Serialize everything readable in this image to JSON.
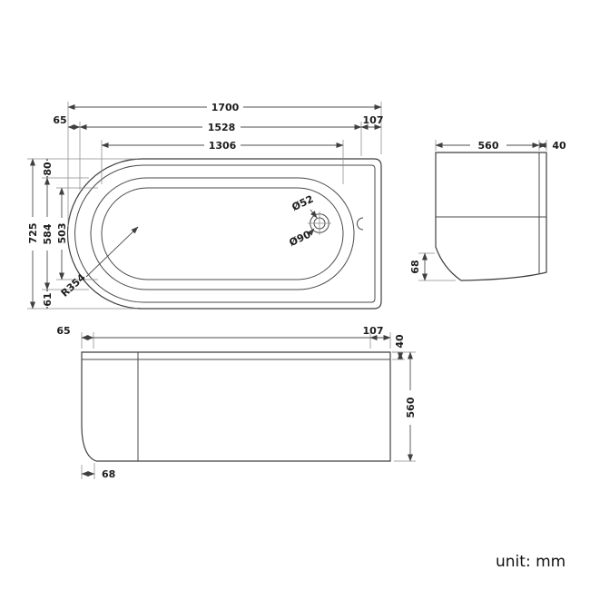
{
  "colors": {
    "line": "#3f3f3f",
    "text": "#1c1c1c"
  },
  "top_view": {
    "dims": {
      "total_length": "1700",
      "left_offset": "65",
      "rim_length": "1528",
      "right_offset": "107",
      "inner_length": "1306",
      "overall_width": "725",
      "top_offset": "80",
      "mid_width": "584",
      "inner_width": "503",
      "bottom_offset": "61",
      "corner_radius": "R354",
      "waste_small_dia": "Ø52",
      "waste_large_dia": "Ø90"
    }
  },
  "side_view": {
    "dims": {
      "width": "560",
      "rim_thickness": "40",
      "plinth_height": "68"
    }
  },
  "front_view": {
    "dims": {
      "left_offset": "65",
      "right_offset": "107",
      "rim_height": "40",
      "panel_height": "560",
      "plinth_width": "68"
    }
  },
  "note": {
    "unit_label": "unit: mm"
  }
}
